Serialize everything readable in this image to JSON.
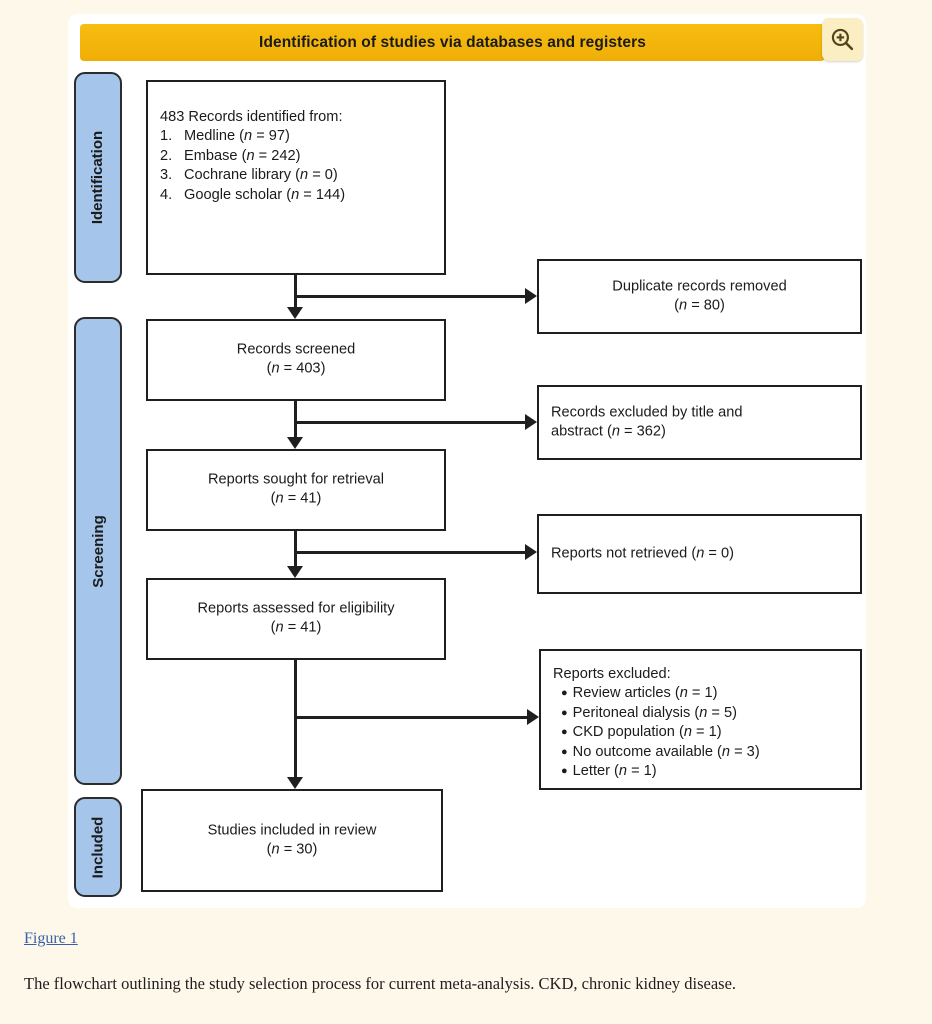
{
  "page": {
    "background_color": "#fdf8ea",
    "panel_color": "#ffffff"
  },
  "banner": {
    "title": "Identification of studies via databases and registers",
    "background_color": "#f5b812",
    "text_color": "#1a1a1a",
    "zoom_icon": "magnifier-plus-icon"
  },
  "stages": [
    {
      "key": "identification",
      "label": "Identification",
      "color": "#a5c6ea"
    },
    {
      "key": "screening",
      "label": "Screening",
      "color": "#a5c6ea"
    },
    {
      "key": "included",
      "label": "Included",
      "color": "#a5c6ea"
    }
  ],
  "flow": {
    "identified": {
      "heading": "483 Records identified from:",
      "sources": [
        {
          "index": "1.",
          "name": "Medline",
          "count": "(n = 97)",
          "n_label": "n",
          "n_value": "= 97"
        },
        {
          "index": "2.",
          "name": "Embase",
          "count": "(n = 242)",
          "n_label": "n",
          "n_value": "= 242"
        },
        {
          "index": "3.",
          "name": "Cochrane library",
          "count": "(n = 0)",
          "n_label": "n",
          "n_value": "= 0"
        },
        {
          "index": "4.",
          "name": "Google scholar",
          "count": "(n = 144)",
          "n_label": "n",
          "n_value": "= 144"
        }
      ]
    },
    "duplicates": {
      "line1": "Duplicate records removed",
      "n_label": "n",
      "n_value": "= 80"
    },
    "screened": {
      "line1": "Records screened",
      "n_label": "n",
      "n_value": "= 403"
    },
    "excluded_title_abstract": {
      "line1": "Records excluded by title and",
      "line2_prefix": "abstract (",
      "n_label": "n",
      "n_value": "= 362",
      "line2_suffix": ")"
    },
    "sought": {
      "line1": "Reports sought for retrieval",
      "n_label": "n",
      "n_value": "= 41"
    },
    "not_retrieved": {
      "prefix": "Reports not retrieved (",
      "n_label": "n",
      "n_value": "= 0",
      "suffix": ")"
    },
    "assessed": {
      "line1": "Reports assessed for eligibility",
      "n_label": "n",
      "n_value": "= 41"
    },
    "reports_excluded": {
      "heading": "Reports excluded:",
      "reasons": [
        {
          "name": "Review articles",
          "n_label": "n",
          "n_value": "= 1"
        },
        {
          "name": "Peritoneal dialysis",
          "n_label": "n",
          "n_value": "= 5"
        },
        {
          "name": "CKD population",
          "n_label": "n",
          "n_value": "= 1"
        },
        {
          "name": "No outcome available",
          "n_label": "n",
          "n_value": "= 3"
        },
        {
          "name": "Letter",
          "n_label": "n",
          "n_value": "= 1"
        }
      ]
    },
    "included": {
      "line1": "Studies included in review",
      "n_label": "n",
      "n_value": "= 30"
    }
  },
  "caption": {
    "link": "Figure 1",
    "link_color": "#3a5fa8",
    "text": "The flowchart outlining the study selection process for current meta-analysis. CKD, chronic kidney disease."
  }
}
